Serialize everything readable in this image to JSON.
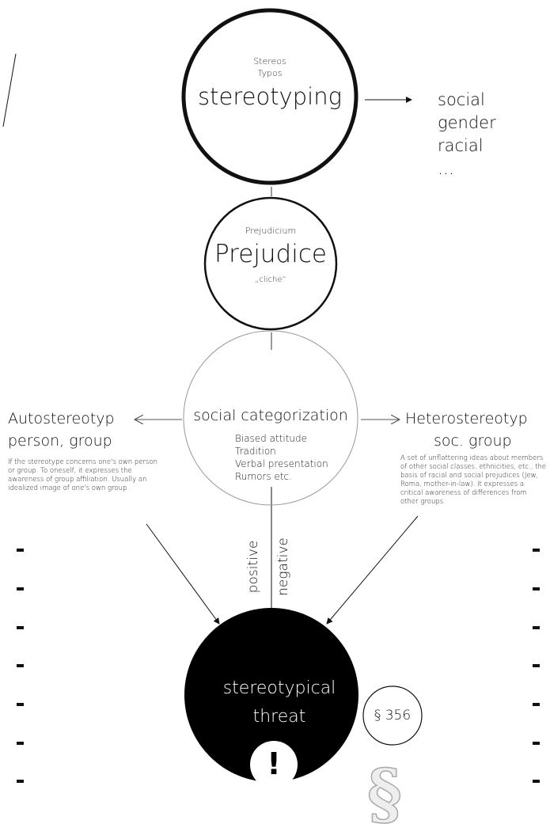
{
  "stereotyping": {
    "origin_line1": "Stereos",
    "origin_line2": "Typos",
    "title": "stereotyping",
    "types": [
      "social",
      "gender",
      "racial",
      "…"
    ]
  },
  "prejudice": {
    "origin": "Prejudicium",
    "title": "Prejudice",
    "note": "„cliche“"
  },
  "categorization": {
    "title": "social categorization",
    "items": [
      "Biased attitude",
      "Tradition",
      "Verbal presentation",
      "Rumors etc."
    ]
  },
  "autostereotype": {
    "title_line1": "Autostereotyp",
    "title_line2": "person, group",
    "description": "If the stereotype concerns one's own person or group. To oneself, it expresses the awareness of group affiliation. Usually an idealized image of one's own group."
  },
  "heterostereotype": {
    "title_line1": "Heterostereotyp",
    "title_line2": "soc. group",
    "description": "A set of unflattering ideas about members of other social classes, ethnicities, etc., the basis of racial and social prejudices (Jew, Roma, mother-in-law). It expresses a critical awareness of differences from other groups."
  },
  "valence": {
    "positive": "positive",
    "negative": "negative"
  },
  "threat": {
    "title_line1": "stereotypical",
    "title_line2": "threat",
    "alert_symbol": "!",
    "law_badge": "§ 356",
    "section_symbol": "§"
  }
}
